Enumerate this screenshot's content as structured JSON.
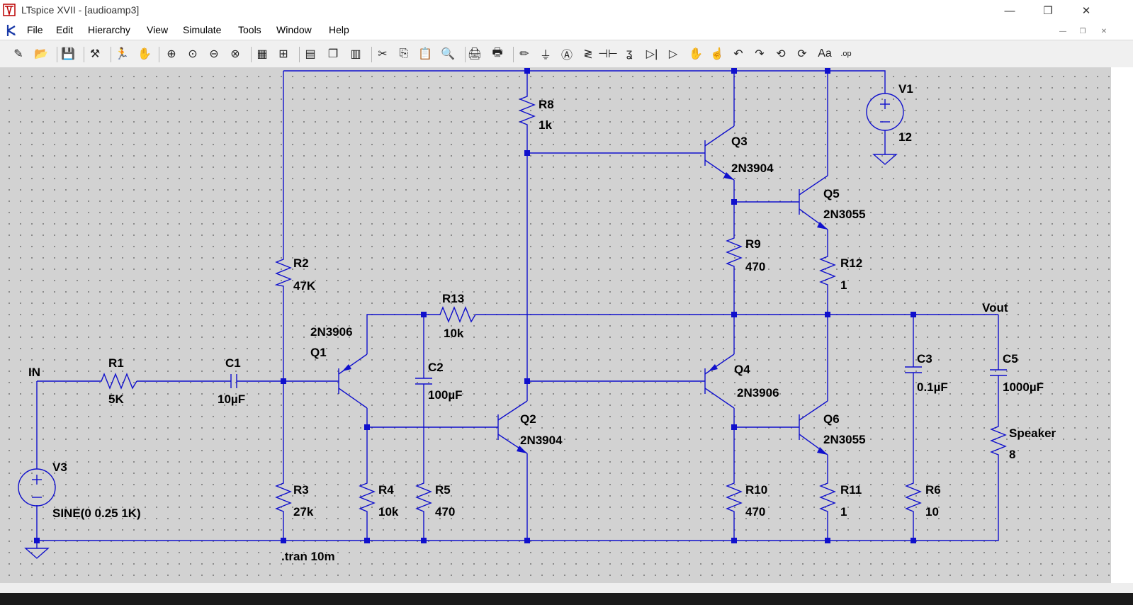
{
  "window": {
    "title": "LTspice XVII - [audioamp3]",
    "controls": {
      "minimize": "—",
      "restore": "❐",
      "close": "✕"
    }
  },
  "menu": {
    "items": [
      "File",
      "Edit",
      "Hierarchy",
      "View",
      "Simulate",
      "Tools",
      "Window",
      "Help"
    ]
  },
  "toolbar": {
    "tools": [
      {
        "name": "new-schematic-icon",
        "glyph": "✎"
      },
      {
        "name": "open-icon",
        "glyph": "📂"
      },
      {
        "name": "save-icon",
        "glyph": "💾"
      },
      {
        "name": "control-panel-icon",
        "glyph": "⚒"
      },
      {
        "name": "run-icon",
        "glyph": "🏃"
      },
      {
        "name": "halt-icon",
        "glyph": "✋"
      },
      {
        "name": "zoom-in-icon",
        "glyph": "⊕"
      },
      {
        "name": "zoom-pan-icon",
        "glyph": "⊙"
      },
      {
        "name": "zoom-out-icon",
        "glyph": "⊖"
      },
      {
        "name": "zoom-fit-icon",
        "glyph": "⊗"
      },
      {
        "name": "autorange-icon",
        "glyph": "▦"
      },
      {
        "name": "grid-icon",
        "glyph": "⊞"
      },
      {
        "name": "tile-horizontal-icon",
        "glyph": "▤"
      },
      {
        "name": "cascade-icon",
        "glyph": "❐"
      },
      {
        "name": "tile-vertical-icon",
        "glyph": "▥"
      },
      {
        "name": "cut-icon",
        "glyph": "✂"
      },
      {
        "name": "copy-icon",
        "glyph": "⎘"
      },
      {
        "name": "paste-icon",
        "glyph": "📋"
      },
      {
        "name": "find-icon",
        "glyph": "🔍"
      },
      {
        "name": "print-preview-icon",
        "glyph": "🖨"
      },
      {
        "name": "print-icon",
        "glyph": "🖶"
      },
      {
        "name": "draw-wire-icon",
        "glyph": "✏"
      },
      {
        "name": "ground-icon",
        "glyph": "⏚"
      },
      {
        "name": "label-net-icon",
        "glyph": "Ⓐ"
      },
      {
        "name": "resistor-icon",
        "glyph": "≷"
      },
      {
        "name": "capacitor-icon",
        "glyph": "⊣⊢"
      },
      {
        "name": "inductor-icon",
        "glyph": "ʓ"
      },
      {
        "name": "diode-icon",
        "glyph": "▷|"
      },
      {
        "name": "component-icon",
        "glyph": "▷"
      },
      {
        "name": "move-icon",
        "glyph": "✋"
      },
      {
        "name": "drag-icon",
        "glyph": "☝"
      },
      {
        "name": "undo-icon",
        "glyph": "↶"
      },
      {
        "name": "redo-icon",
        "glyph": "↷"
      },
      {
        "name": "rotate-icon",
        "glyph": "⟲"
      },
      {
        "name": "mirror-icon",
        "glyph": "⟳"
      },
      {
        "name": "text-icon",
        "glyph": "Aa"
      },
      {
        "name": "spice-directive-icon",
        "glyph": ".op"
      }
    ]
  },
  "schematic": {
    "colors": {
      "wire": "#1010cc",
      "component": "#1010cc",
      "label": "#000000",
      "background": "#d2d2d2",
      "grid_dot": "#7f7f7f"
    },
    "components": {
      "R1": {
        "name": "R1",
        "value": "5K"
      },
      "R2": {
        "name": "R2",
        "value": "47K"
      },
      "R3": {
        "name": "R3",
        "value": "27k"
      },
      "R4": {
        "name": "R4",
        "value": "10k"
      },
      "R5": {
        "name": "R5",
        "value": "470"
      },
      "R6": {
        "name": "R6",
        "value": "10"
      },
      "R8": {
        "name": "R8",
        "value": "1k"
      },
      "R9": {
        "name": "R9",
        "value": "470"
      },
      "R10": {
        "name": "R10",
        "value": "470"
      },
      "R11": {
        "name": "R11",
        "value": "1"
      },
      "R12": {
        "name": "R12",
        "value": "1"
      },
      "R13": {
        "name": "R13",
        "value": "10k"
      },
      "C1": {
        "name": "C1",
        "value": "10µF"
      },
      "C2": {
        "name": "C2",
        "value": "100µF"
      },
      "C3": {
        "name": "C3",
        "value": "0.1µF"
      },
      "C5": {
        "name": "C5",
        "value": "1000µF"
      },
      "Speaker": {
        "name": "Speaker",
        "value": "8"
      },
      "Q1": {
        "name": "Q1",
        "value": "2N3906"
      },
      "Q2": {
        "name": "Q2",
        "value": "2N3904"
      },
      "Q3": {
        "name": "Q3",
        "value": "2N3904"
      },
      "Q4": {
        "name": "Q4",
        "value": "2N3906"
      },
      "Q5": {
        "name": "Q5",
        "value": "2N3055"
      },
      "Q6": {
        "name": "Q6",
        "value": "2N3055"
      },
      "V1": {
        "name": "V1",
        "value": "12"
      },
      "V3": {
        "name": "V3",
        "value": "SINE(0 0.25 1K)"
      }
    },
    "nets": {
      "input": "IN",
      "output": "Vout"
    },
    "directive": ".tran 10m"
  }
}
